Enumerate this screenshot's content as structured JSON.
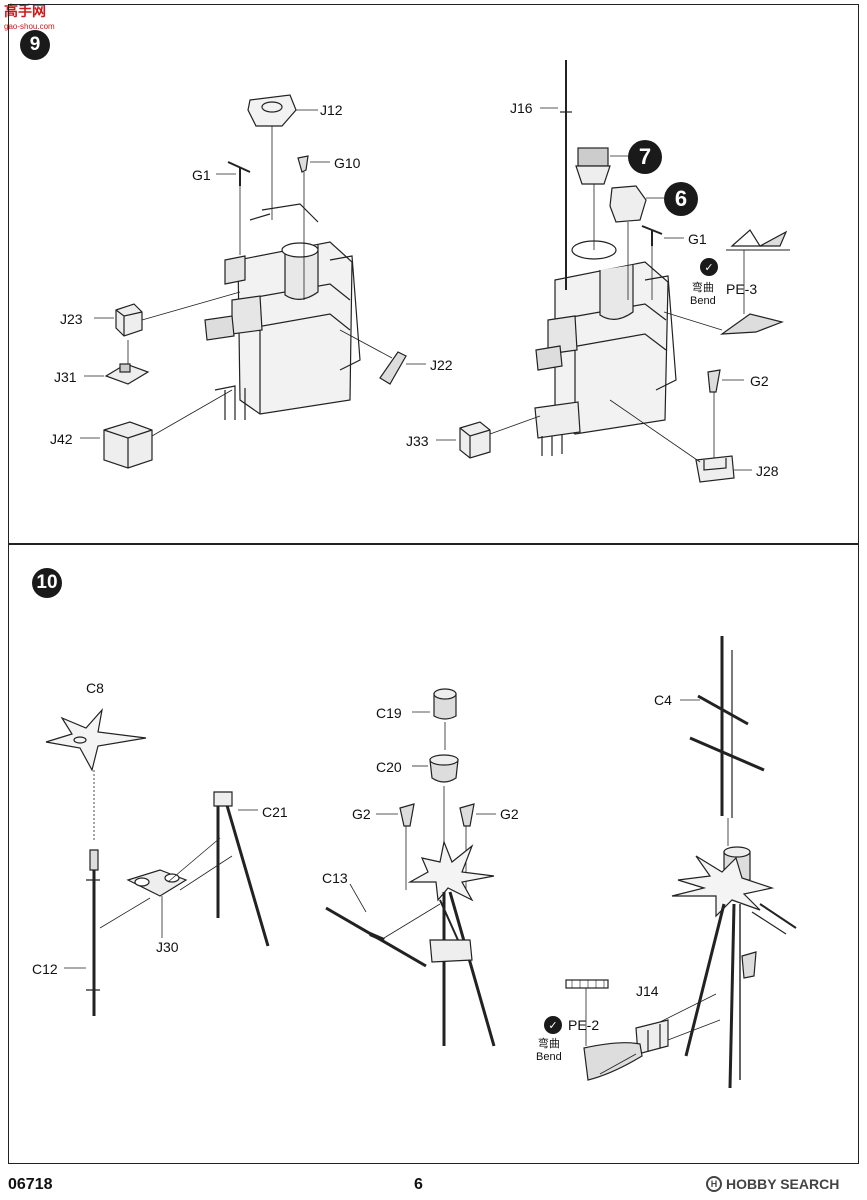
{
  "watermark": {
    "text": "高手网",
    "sub": "gao-shou.com"
  },
  "steps": {
    "step9": "9",
    "step10": "10"
  },
  "subrefs": {
    "ref7": "7",
    "ref6": "6"
  },
  "step9_labels": {
    "j12": "J12",
    "g10": "G10",
    "g1_left": "G1",
    "j23": "J23",
    "j31": "J31",
    "j42": "J42",
    "j22": "J22",
    "j16": "J16",
    "g1_right": "G1",
    "g2": "G2",
    "j33": "J33",
    "j28": "J28"
  },
  "bend_pe3": {
    "icon": "✓",
    "cn": "弯曲",
    "en": "Bend",
    "code": "PE-3"
  },
  "step10_labels": {
    "c8": "C8",
    "c21": "C21",
    "c12": "C12",
    "j30": "J30",
    "c19": "C19",
    "c20": "C20",
    "g2_left": "G2",
    "g2_right": "G2",
    "c13": "C13",
    "c4": "C4",
    "j14": "J14"
  },
  "bend_pe2": {
    "icon": "✓",
    "cn": "弯曲",
    "en": "Bend",
    "code": "PE-2"
  },
  "footer": {
    "code": "06718",
    "page": "6"
  },
  "brand": {
    "text": "HOBBY SEARCH",
    "icon": "H"
  }
}
